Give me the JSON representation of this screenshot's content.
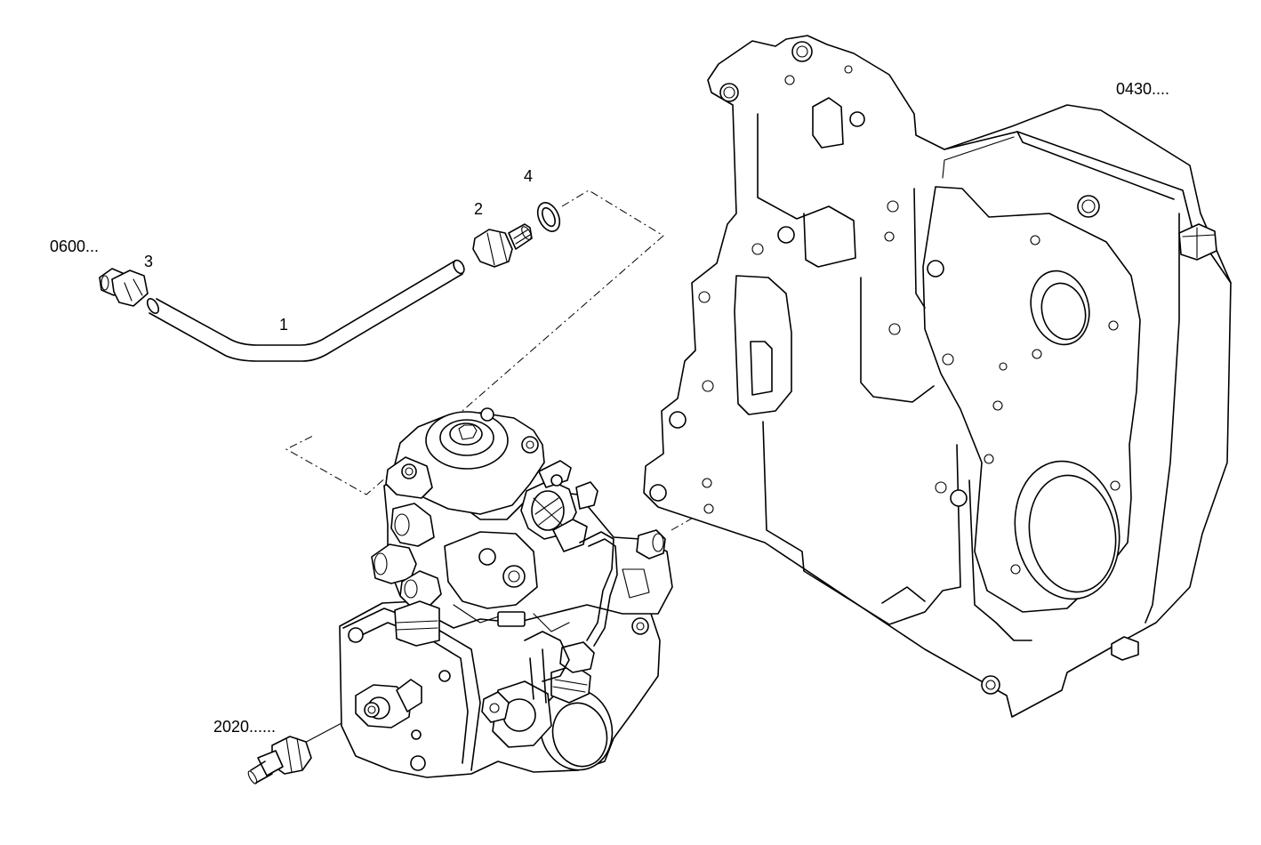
{
  "diagram": {
    "callouts": {
      "part_1": "1",
      "part_2": "2",
      "part_3": "3",
      "part_4": "4",
      "ref_0600": "0600...",
      "ref_0430": "0430....",
      "ref_2020": "2020......"
    }
  }
}
